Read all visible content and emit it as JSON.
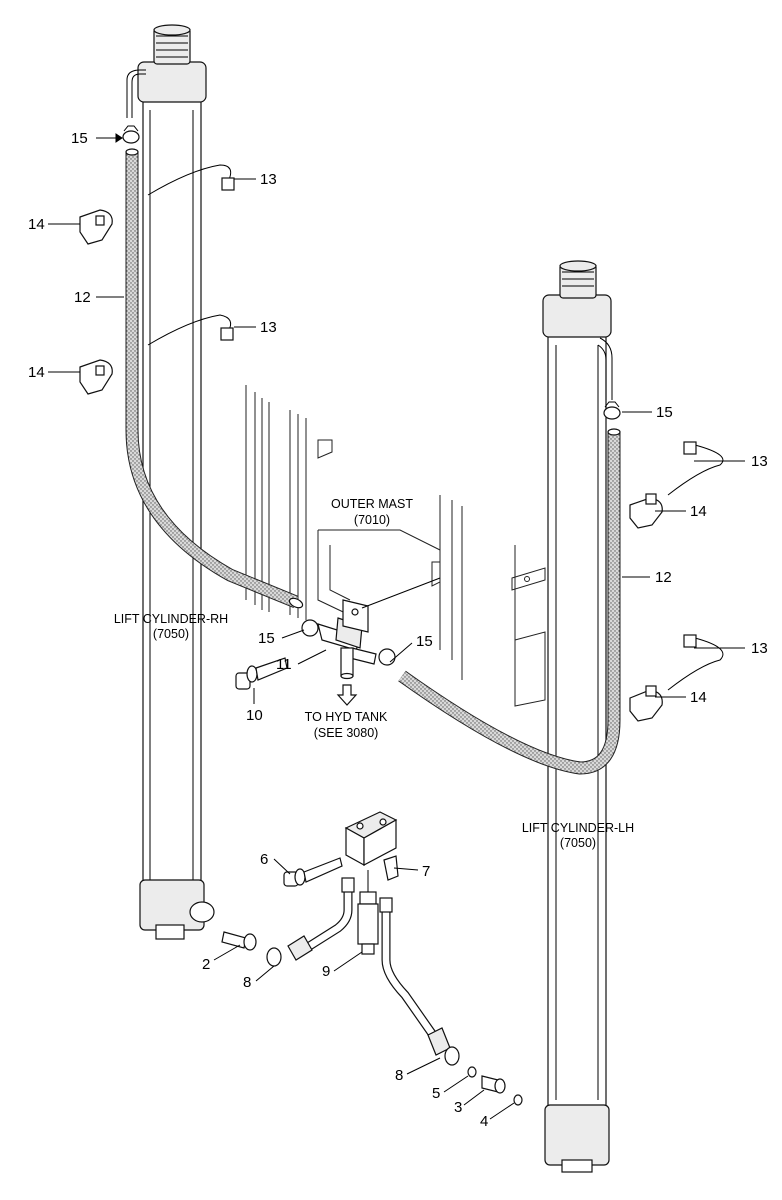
{
  "diagram": {
    "captions": {
      "outer_mast": [
        "OUTER MAST",
        "(7010)"
      ],
      "lift_cylinder_rh": [
        "LIFT CYLINDER-RH",
        "(7050)"
      ],
      "lift_cylinder_lh": [
        "LIFT CYLINDER-LH",
        "(7050)"
      ],
      "to_hyd_tank": [
        "TO HYD TANK",
        "(SEE 3080)"
      ]
    },
    "callouts": {
      "c15_top_left": "15",
      "c13_upper_left": "13",
      "c14_upper_left": "14",
      "c12_left": "12",
      "c13_mid_left": "13",
      "c14_mid_left": "14",
      "c15_right_top": "15",
      "c13_right_upper": "13",
      "c14_right_upper": "14",
      "c12_right": "12",
      "c13_right_lower": "13",
      "c14_right_lower": "14",
      "c15_tee_left": "15",
      "c15_tee_right": "15",
      "c11": "11",
      "c10": "10",
      "c6": "6",
      "c7": "7",
      "c2": "2",
      "c8_left": "8",
      "c9": "9",
      "c8_right": "8",
      "c5": "5",
      "c3": "3",
      "c4": "4"
    }
  }
}
